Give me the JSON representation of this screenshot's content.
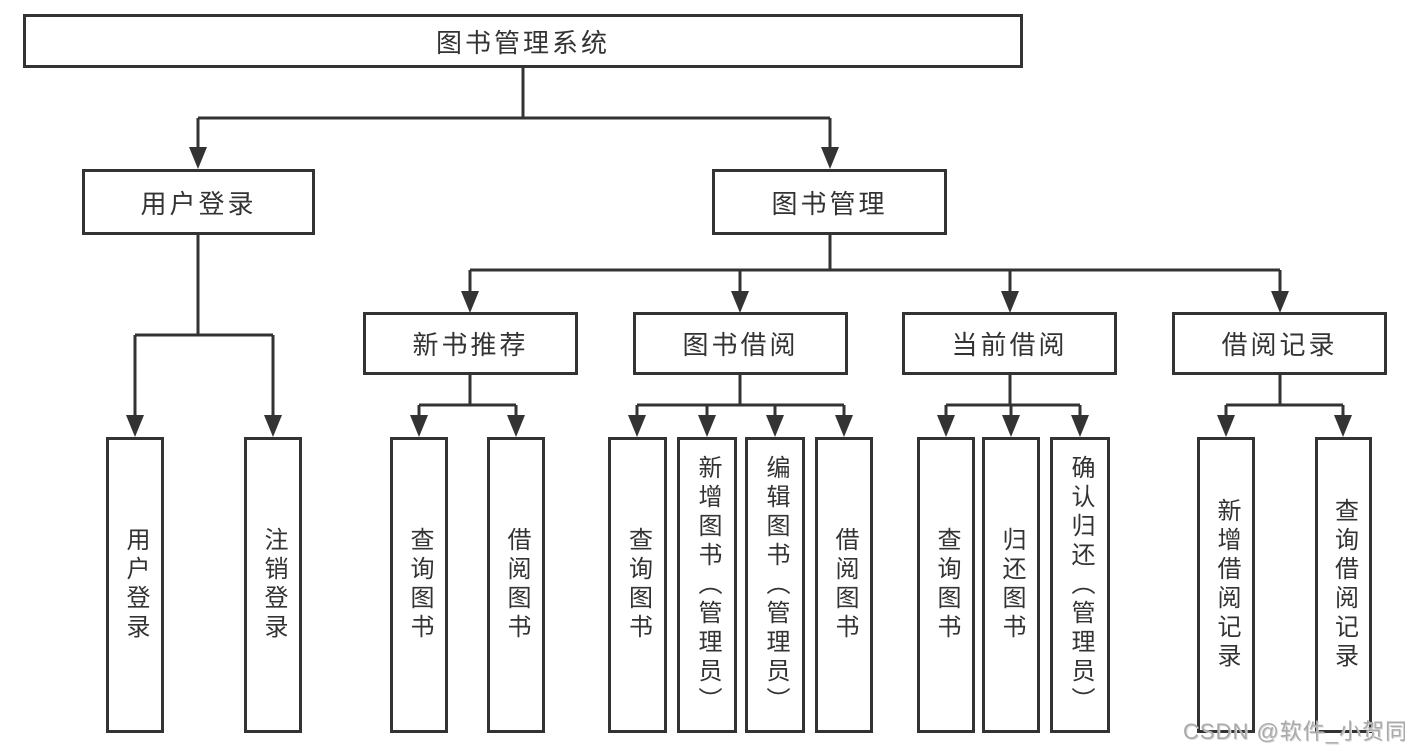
{
  "diagram": {
    "root": "图书管理系统",
    "level2": {
      "user_login": "用户登录",
      "book_management": "图书管理"
    },
    "level3": {
      "new_book_recommend": "新书推荐",
      "book_borrow": "图书借阅",
      "current_borrow": "当前借阅",
      "borrow_records": "借阅记录"
    },
    "leaves": {
      "user_login": "用户登录",
      "logout": "注销登录",
      "recommend_query_book": "查询图书",
      "recommend_borrow_book": "借阅图书",
      "borrow_query_book": "查询图书",
      "borrow_add_book": "新增图书（管理员）",
      "borrow_edit_book": "编辑图书（管理员）",
      "borrow_borrow_book": "借阅图书",
      "current_query_book": "查询图书",
      "current_return_book": "归还图书",
      "current_confirm_return": "确认归还（管理员）",
      "records_add": "新增借阅记录",
      "records_query": "查询借阅记录"
    },
    "watermark": "CSDN @软件_小贺同学",
    "colors": {
      "line": "#333333",
      "text": "#333333",
      "background": "#ffffff",
      "watermark": "#aaaaaa"
    }
  }
}
